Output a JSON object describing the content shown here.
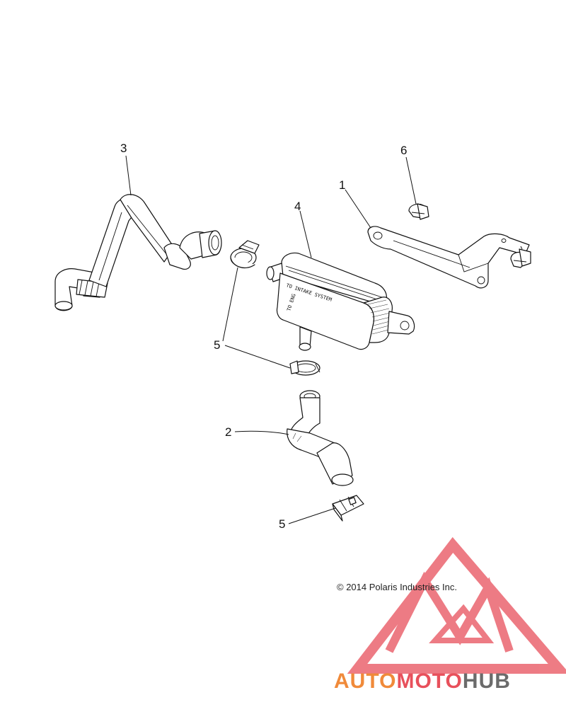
{
  "callouts": {
    "c1": "1",
    "c2": "2",
    "c3": "3",
    "c4": "4",
    "c5a": "5",
    "c5b": "5",
    "c6": "6"
  },
  "canister_text": {
    "line1": "TO INTAKE SYSTEM",
    "line2": "TO ENG"
  },
  "copyright": "© 2014 Polaris Industries Inc.",
  "watermark": {
    "part1": "AUTO",
    "part2": "MOTO",
    "part3": "HUB",
    "color_primary": "#f08a3a",
    "color_accent": "#e8505b",
    "color_dark": "#6b6b6b"
  }
}
